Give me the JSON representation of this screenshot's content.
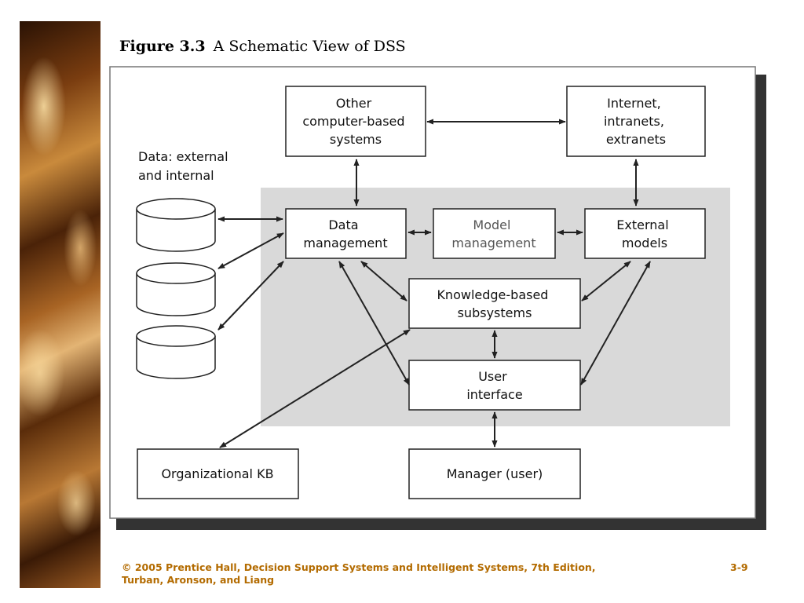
{
  "figure": {
    "title_lead": "Figure 3.3",
    "title_text": "A Schematic View of DSS",
    "data_label_line1": "Data: external",
    "data_label_line2": "and internal",
    "boxes": {
      "other_systems": [
        "Other",
        "computer-based",
        "systems"
      ],
      "internet": [
        "Internet,",
        "intranets,",
        "extranets"
      ],
      "data_management": [
        "Data",
        "management"
      ],
      "model_management": [
        "Model",
        "management"
      ],
      "external_models": [
        "External",
        "models"
      ],
      "knowledge_subsystems": [
        "Knowledge-based",
        "subsystems"
      ],
      "user_interface": [
        "User",
        "interface"
      ],
      "organizational_kb": [
        "Organizational KB"
      ],
      "manager": [
        "Manager (user)"
      ]
    }
  },
  "footer": {
    "credit_line1": "© 2005  Prentice Hall, Decision Support Systems and Intelligent Systems, 7th Edition,",
    "credit_line2": "Turban, Aronson, and Liang",
    "page_number": "3-9"
  },
  "colors": {
    "footer_text": "#b36b00",
    "panel_gray": "#d9d9d9",
    "shadow": "#333333"
  }
}
